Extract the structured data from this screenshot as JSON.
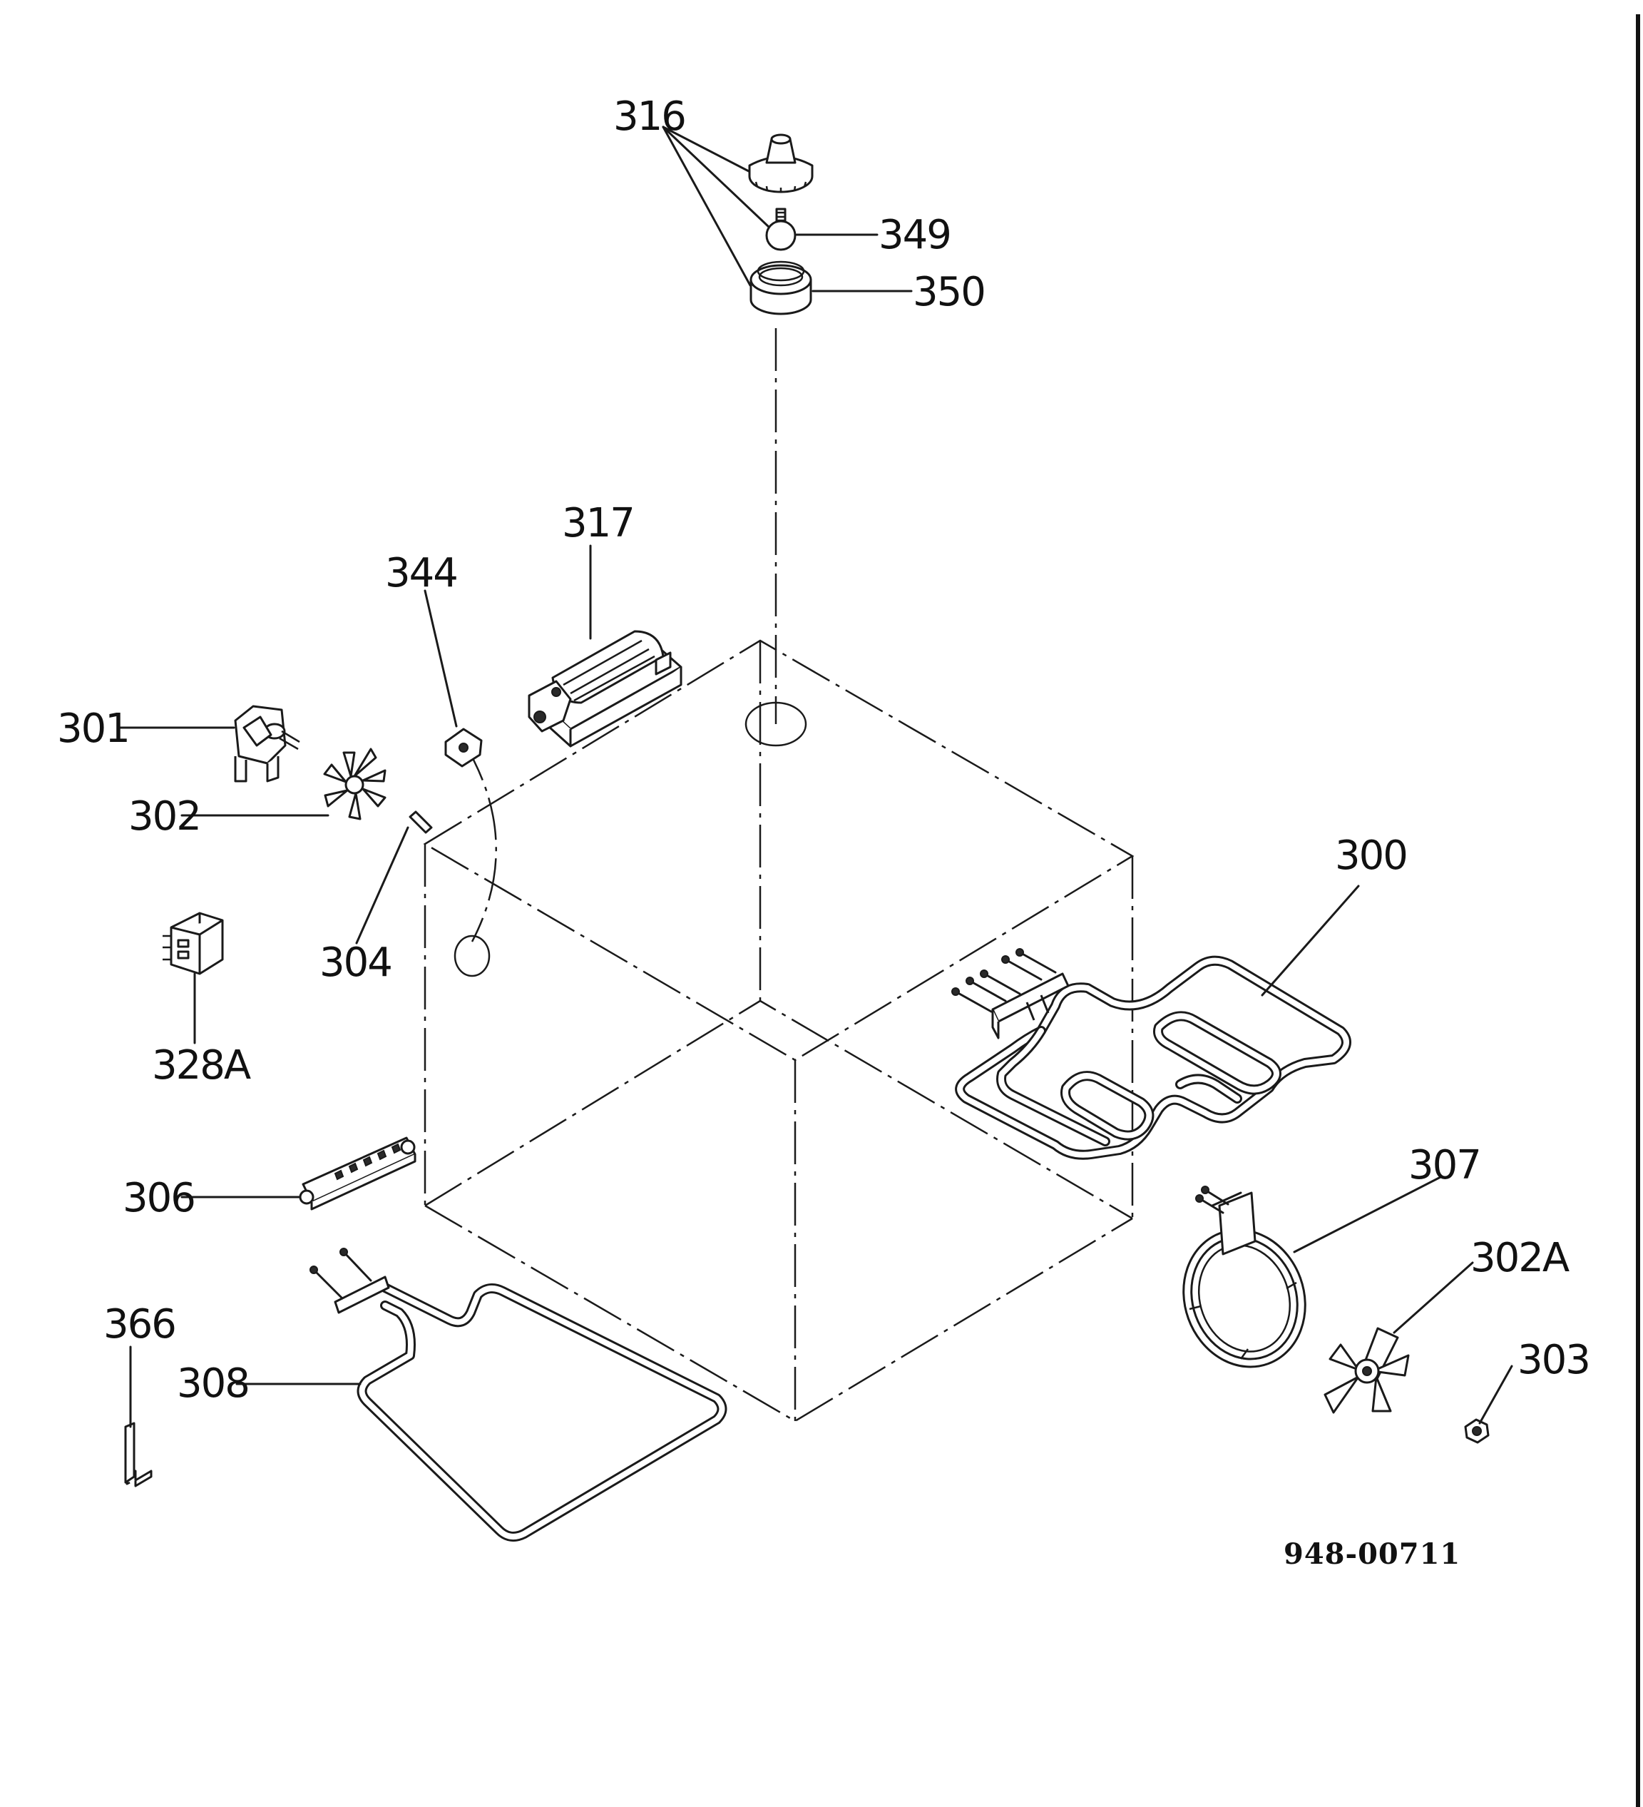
{
  "labels": {
    "p316": "316",
    "p349": "349",
    "p350": "350",
    "p317": "317",
    "p344": "344",
    "p301": "301",
    "p302": "302",
    "p304": "304",
    "p328a": "328A",
    "p306": "306",
    "p300": "300",
    "p307": "307",
    "p302a": "302A",
    "p303": "303",
    "p366": "366",
    "p308": "308"
  },
  "drawing_code": "948-00711",
  "right_frame_border": true
}
